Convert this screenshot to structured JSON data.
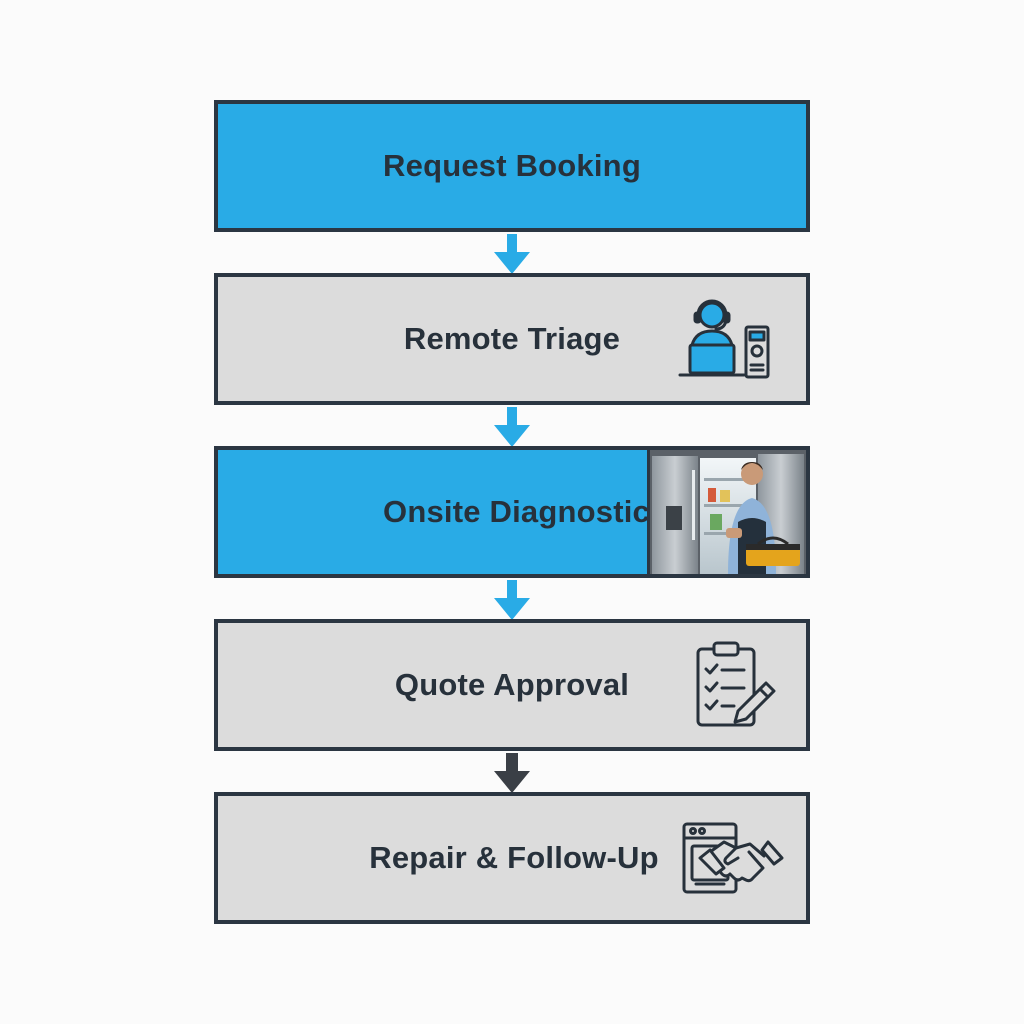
{
  "steps": [
    {
      "label": "Request Booking"
    },
    {
      "label": "Remote Triage",
      "icon": "remote-support-icon"
    },
    {
      "label": "Onsite Diagnostic",
      "image": "technician-at-refrigerator-photo"
    },
    {
      "label": "Quote Approval",
      "icon": "clipboard-checklist-icon"
    },
    {
      "label": "Repair & Follow-Up",
      "icon": "appliance-handshake-icon"
    }
  ],
  "colors": {
    "accent_blue": "#29abe6",
    "box_gray": "#dcdcdc",
    "border": "#2b3642",
    "text": "#27313b",
    "dark_arrow": "#3a3f46"
  }
}
